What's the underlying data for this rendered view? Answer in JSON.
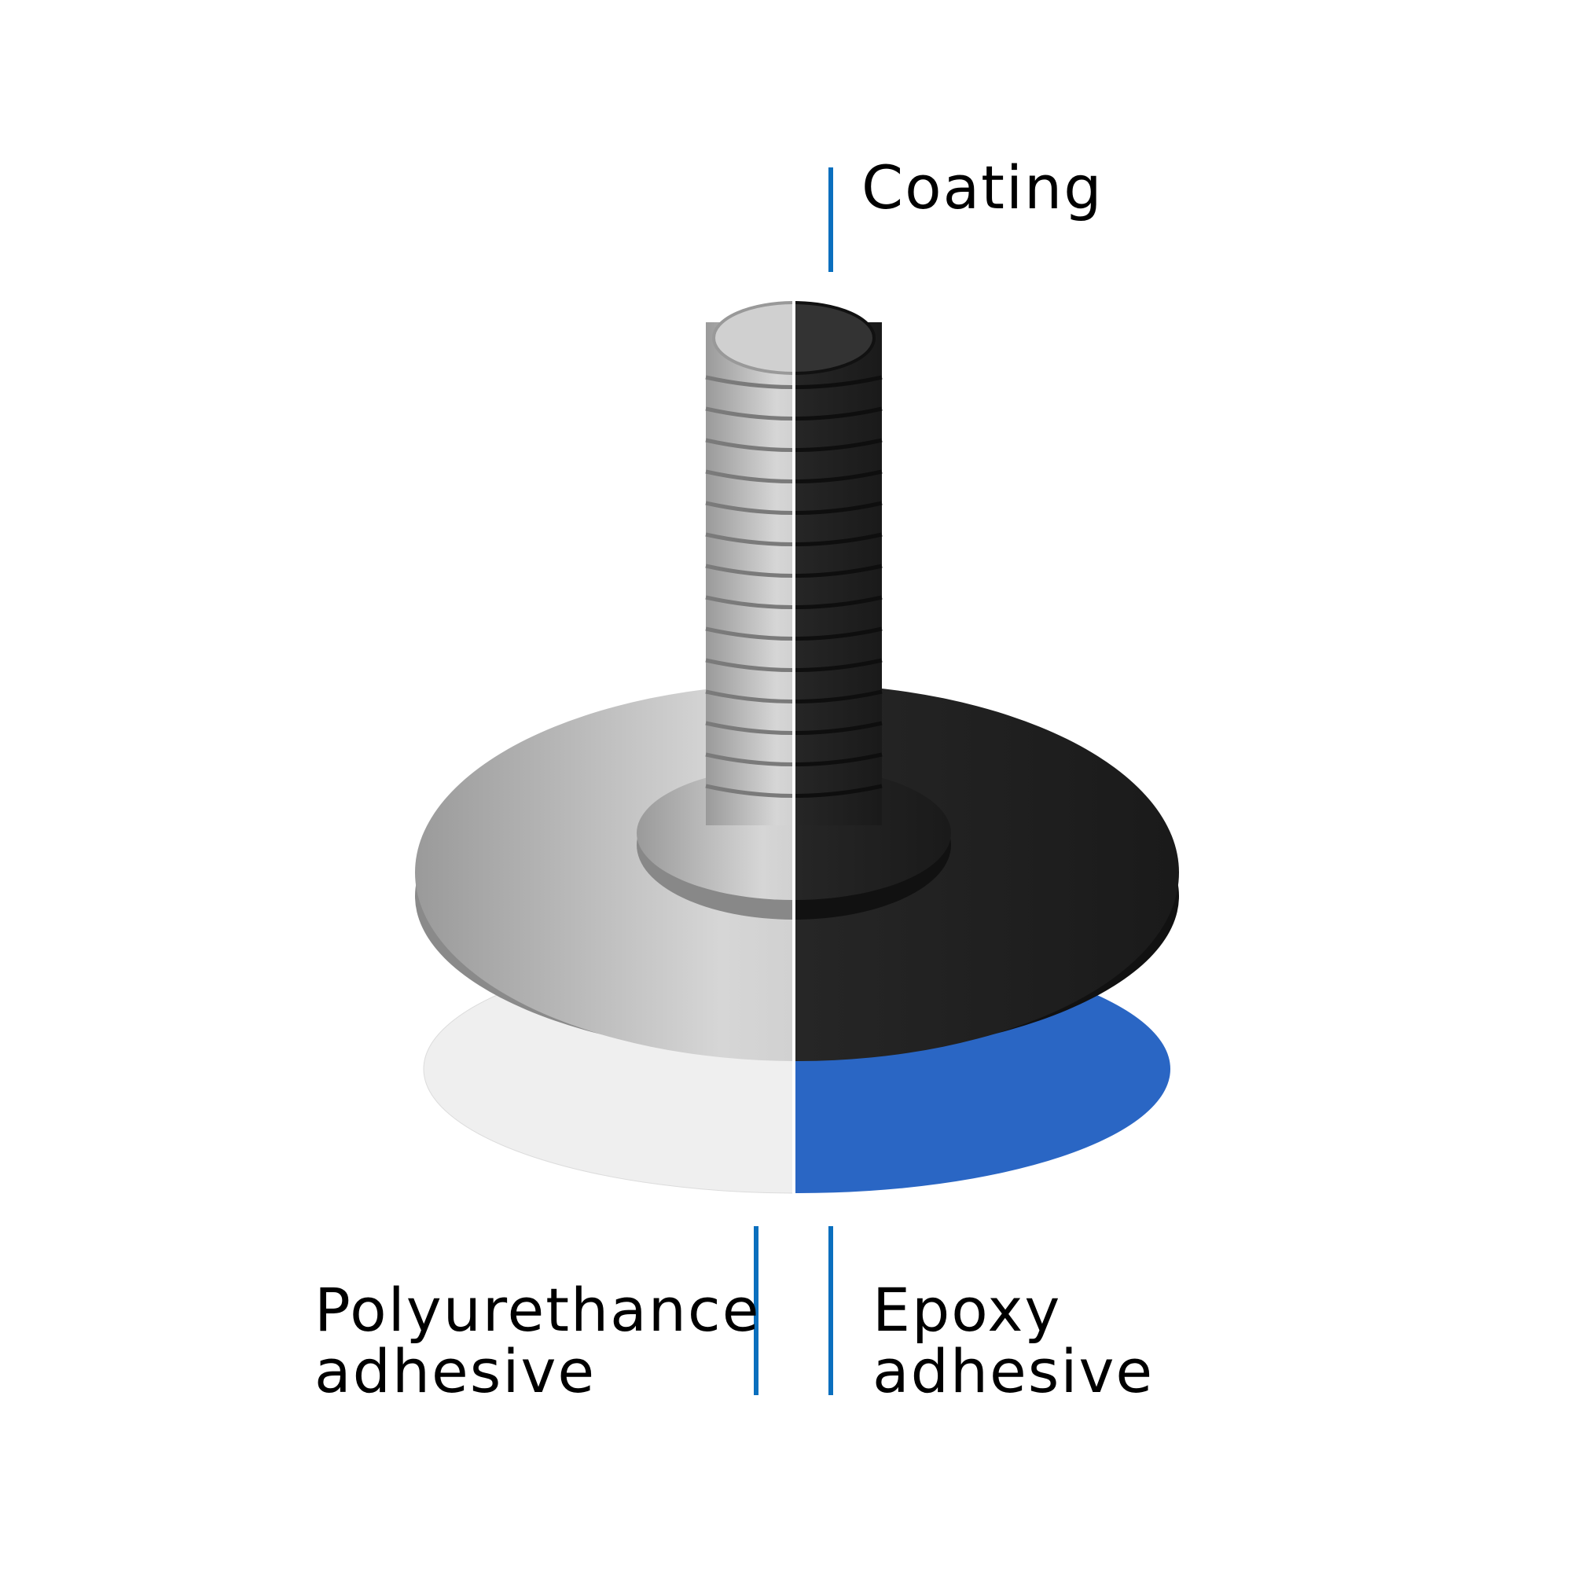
{
  "labels": {
    "coating": "Coating",
    "left_line1": "Polyurethance",
    "left_line2": "adhesive",
    "right_line1": "Epoxy",
    "right_line2": "adhesive"
  },
  "colors": {
    "accent_line": "#0a6fbe",
    "epoxy_blue": "#2a66c4",
    "coating_black": "#2b2b2b",
    "steel": "#c8c8c8"
  }
}
